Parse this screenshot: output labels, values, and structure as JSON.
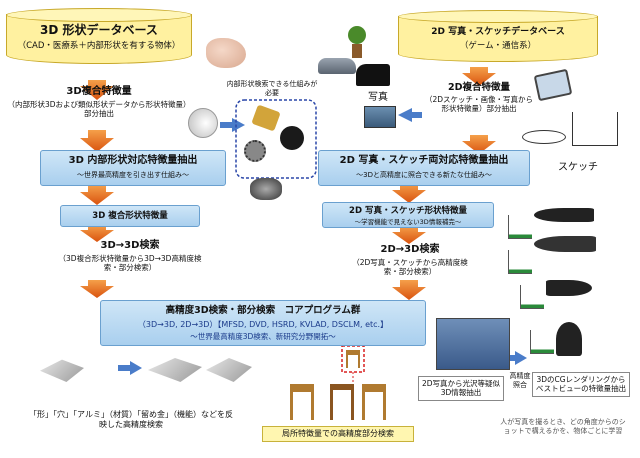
{
  "left_db": {
    "title": "3D 形状データベース",
    "subtitle": "（CAD・医療系＋内部形状を有する物体）"
  },
  "left_feat": {
    "title": "3D複合特徴量",
    "desc": "（内部形状3Dおよび類似形状データから形状特徴量）部分抽出"
  },
  "left_extract": {
    "title": "3D 内部形状対応特徴量抽出",
    "sub": "〜世界最高精度を引き出す仕組み〜"
  },
  "left_comp": {
    "title": "3D 複合形状特徴量"
  },
  "left_search": {
    "title": "3D→3D検索",
    "desc": "（3D複合形状特徴量から3D→3D高精度検索・部分検索）"
  },
  "right_db": {
    "title": "2D 写真・スケッチデータベース",
    "subtitle": "（ゲーム・通信系）"
  },
  "right_feat": {
    "title": "2D複合特徴量",
    "desc": "（2Dスケッチ・画像・写真から形状特徴量）部分抽出"
  },
  "right_extract": {
    "title": "2D 写真・スケッチ両対応特徴量抽出",
    "sub": "〜3Dと高精度に照合できる新たな仕組み〜"
  },
  "right_comp": {
    "title": "2D 写真・スケッチ形状特徴量",
    "sub": "〜学習機能で見えない3D情報補完〜"
  },
  "right_search": {
    "title": "2D→3D検索",
    "desc": "（2D写真・スケッチから高精度検索・部分検索）"
  },
  "core": {
    "title": "高精度3D検索・部分検索　コアプログラム群",
    "line2": "（3D→3D, 2D→3D）【MFSD, DVD, HSRD, KVLAD, DSCLM, etc.】",
    "line3": "〜世界最高精度3D検索、新研究分野開拓〜"
  },
  "labels": {
    "inner_shape": "内部形状検索できる仕組みが必要",
    "photo": "写真",
    "sketch": "スケッチ",
    "bottom_left": "「形」「穴」「アルミ」（材質）「留め金」（機能）などを反映した高精度検索",
    "local_feature": "局所特徴量での高精度部分検索",
    "photo_3d": "2D写真から光沢等疑似3D情報抽出",
    "match": "高精度照合",
    "cg_render": "3DのCGレンダリングからベストビューの特徴量抽出",
    "learn": "人が写真を撮るとき、どの角度からのショットで構えるかを、物体ごとに学習"
  },
  "colors": {
    "arrow": "#e86a1c",
    "plate": "#a9cfee",
    "yellow": "#fff6b0"
  }
}
